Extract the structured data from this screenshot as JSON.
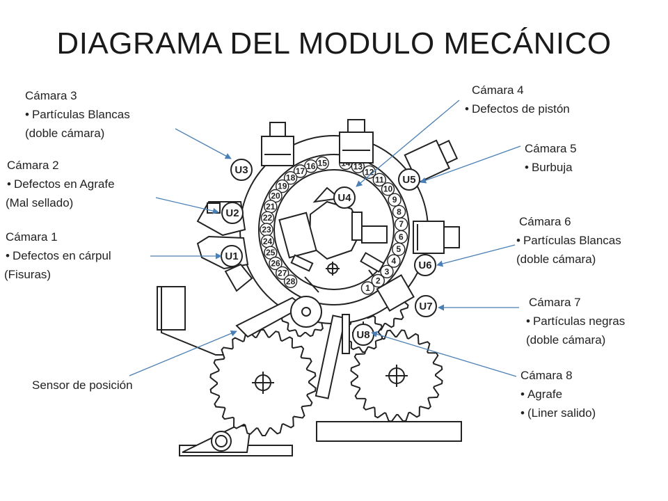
{
  "title": "DIAGRAMA DEL MODULO MECÁNICO",
  "colors": {
    "leader": "#4a7fb5",
    "line": "#222222",
    "background": "#ffffff"
  },
  "callouts": [
    {
      "id": "cam3",
      "heading": "Cámara  3",
      "lines": [
        {
          "text": "Partículas Blancas",
          "bullet": true
        },
        {
          "text": "(doble cámara)",
          "bullet": false
        }
      ]
    },
    {
      "id": "cam2",
      "heading": "Cámara  2",
      "lines": [
        {
          "text": "Defectos en Agrafe",
          "bullet": true
        },
        {
          "text": "(Mal sellado)",
          "bullet": false
        }
      ]
    },
    {
      "id": "cam1",
      "heading": "Cámara  1",
      "lines": [
        {
          "text": "Defectos en cárpul",
          "bullet": true
        },
        {
          "text": "(Fisuras)",
          "bullet": false
        }
      ]
    },
    {
      "id": "cam4",
      "heading": "Cámara  4",
      "lines": [
        {
          "text": "Defectos de pistón",
          "bullet": true
        }
      ]
    },
    {
      "id": "cam5",
      "heading": "Cámara  5",
      "lines": [
        {
          "text": "Burbuja",
          "bullet": true
        }
      ]
    },
    {
      "id": "cam6",
      "heading": "Cámara  6",
      "lines": [
        {
          "text": "Partículas Blancas",
          "bullet": true
        },
        {
          "text": "(doble cámara)",
          "bullet": false
        }
      ]
    },
    {
      "id": "cam7",
      "heading": "Cámara  7",
      "lines": [
        {
          "text": "Partículas negras",
          "bullet": true
        },
        {
          "text": "(doble cámara)",
          "bullet": false
        }
      ]
    },
    {
      "id": "cam8",
      "heading": "Cámara  8",
      "lines": [
        {
          "text": "Agrafe",
          "bullet": true
        },
        {
          "text": "(Liner salido)",
          "bullet": true
        }
      ]
    },
    {
      "id": "sensor",
      "heading": "Sensor de posición",
      "lines": []
    }
  ],
  "units": [
    "U1",
    "U2",
    "U3",
    "U4",
    "U5",
    "U6",
    "U7",
    "U8"
  ],
  "positions": [
    "1",
    "2",
    "3",
    "4",
    "5",
    "6",
    "7",
    "8",
    "9",
    "10",
    "11",
    "12",
    "13",
    "14",
    "15",
    "16",
    "17",
    "18",
    "19",
    "20",
    "21",
    "22",
    "23",
    "24",
    "25",
    "26",
    "27",
    "28"
  ]
}
